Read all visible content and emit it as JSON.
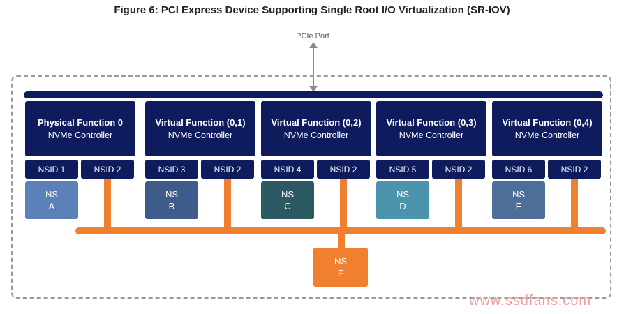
{
  "figure": {
    "title": "Figure 6: PCI Express Device Supporting Single Root I/O Virtualization (SR-IOV)",
    "port_label": "PCIe Port"
  },
  "controllers": [
    {
      "function": "Physical Function 0",
      "type": "NVMe Controller",
      "nsid_private": "NSID 1",
      "nsid_shared": "NSID 2"
    },
    {
      "function": "Virtual Function (0,1)",
      "type": "NVMe Controller",
      "nsid_private": "NSID 3",
      "nsid_shared": "NSID 2"
    },
    {
      "function": "Virtual Function (0,2)",
      "type": "NVMe Controller",
      "nsid_private": "NSID 4",
      "nsid_shared": "NSID 2"
    },
    {
      "function": "Virtual Function (0,3)",
      "type": "NVMe Controller",
      "nsid_private": "NSID 5",
      "nsid_shared": "NSID 2"
    },
    {
      "function": "Virtual Function (0,4)",
      "type": "NVMe Controller",
      "nsid_private": "NSID 6",
      "nsid_shared": "NSID 2"
    }
  ],
  "namespaces": [
    {
      "line1": "NS",
      "line2": "A",
      "color": "#5b82b8"
    },
    {
      "line1": "NS",
      "line2": "B",
      "color": "#3d5c8c"
    },
    {
      "line1": "NS",
      "line2": "C",
      "color": "#2b5a63"
    },
    {
      "line1": "NS",
      "line2": "D",
      "color": "#4a94ad"
    },
    {
      "line1": "NS",
      "line2": "E",
      "color": "#4d6e98"
    }
  ],
  "shared_namespace": {
    "line1": "NS",
    "line2": "F",
    "color": "#f08030"
  },
  "watermark": "www.ssdfans.com",
  "colors": {
    "controller": "#0e1b5c",
    "shared_bus": "#f08030",
    "frame": "#9a9a9a"
  }
}
